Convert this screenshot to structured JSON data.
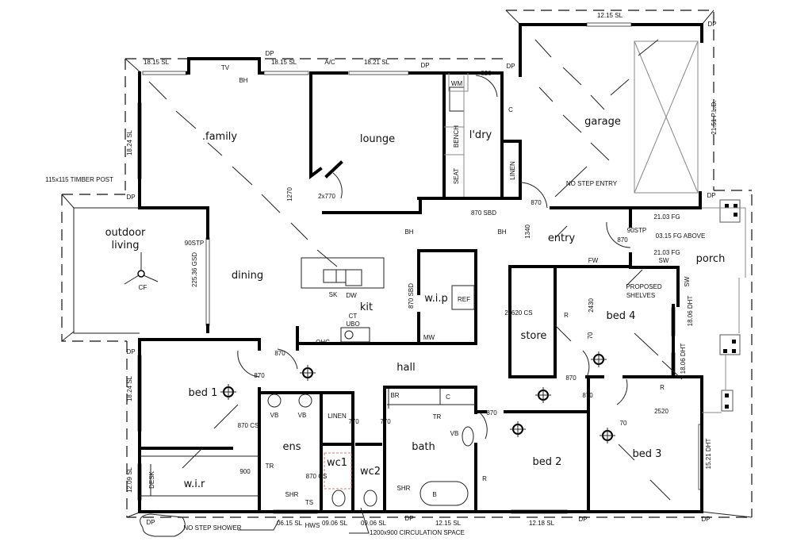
{
  "rooms": {
    "family": ".family",
    "lounge": "lounge",
    "laundry": "l'dry",
    "garage": "garage",
    "entry": "entry",
    "porch": "porch",
    "outdoor": "outdoor",
    "living": "living",
    "dining": "dining",
    "kit": "kit",
    "wip": "w.i.p",
    "store": "store",
    "bed4": "bed 4",
    "hall": "hall",
    "bed1": "bed 1",
    "ens": "ens",
    "wc1": "wc1",
    "wc2": "wc2",
    "bath": "bath",
    "bed2": "bed 2",
    "bed3": "bed 3",
    "wir": "w.i.r"
  },
  "annotations": [
    "18.15 SL",
    "TV",
    "BH",
    "DP",
    "18.15 SL",
    "A/C",
    "18.21 SL",
    "DP",
    "820",
    "DP",
    "12.15 SL",
    "DP",
    "21.51 P.L.D.",
    "18.24 SL",
    "115x115 TIMBER POST",
    "DP",
    "90STP",
    "225.36 GSD",
    "CF",
    "1270",
    "2x770",
    "WM",
    "BENCH",
    "SEAT",
    "C",
    "LINEN",
    "NO STEP ENTRY",
    "870",
    "870 SBD",
    "BH",
    "BH",
    "1340",
    "DP",
    "21.03 FG",
    "90STP",
    "870",
    "03.15 FG ABOVE",
    "21.03 FG",
    "SW",
    "FW",
    "SW",
    "PROPOSED",
    "SHELVES",
    "870 SBD",
    "REF",
    "2x620 CS",
    "R",
    "2430",
    "18.06 DHT",
    "18.06 DHT",
    "70",
    "SK",
    "DW",
    "CT",
    "UBO",
    "OHC",
    "MW",
    "870",
    "870",
    "DP",
    "18.24 SL",
    "VB",
    "VB",
    "LINEN",
    "770",
    "770",
    "870 CS",
    "BR",
    "C",
    "TR",
    "VB",
    "870",
    "TR",
    "900",
    "870 CS",
    "DESK",
    "12.09 SL",
    "SHR",
    "TS",
    "SHR",
    "B",
    "R",
    "R",
    "2520",
    "70",
    "15.21 DHT",
    "870",
    "870",
    "DP",
    "NO STEP SHOWER",
    "06.15 SL",
    "HWS",
    "09.06 SL",
    "09.06 SL",
    "DP",
    "12.15 SL",
    "1200x900 CIRCULATION SPACE",
    "12.18 SL",
    "DP",
    "DP"
  ]
}
